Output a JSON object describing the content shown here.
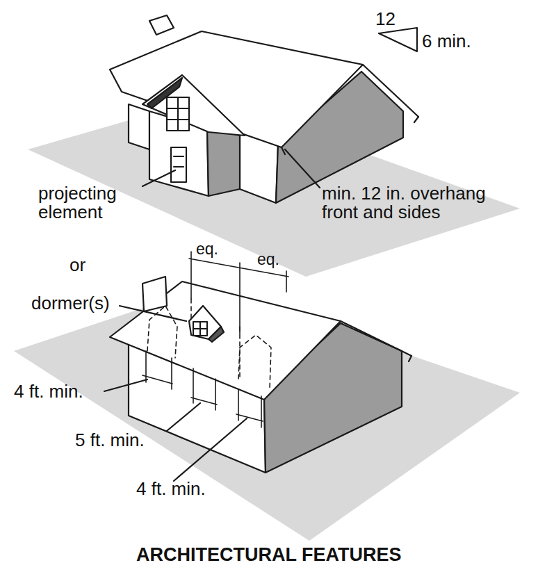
{
  "diagram": {
    "title": "ARCHITECTURAL FEATURES",
    "labels": [
      "12",
      "6 min.",
      "projecting element",
      "min. 12 in. overhang front and sides",
      "or",
      "eq.",
      "eq.",
      "dormer(s)",
      "4 ft. min.",
      "5 ft. min.",
      "4 ft. min."
    ]
  }
}
